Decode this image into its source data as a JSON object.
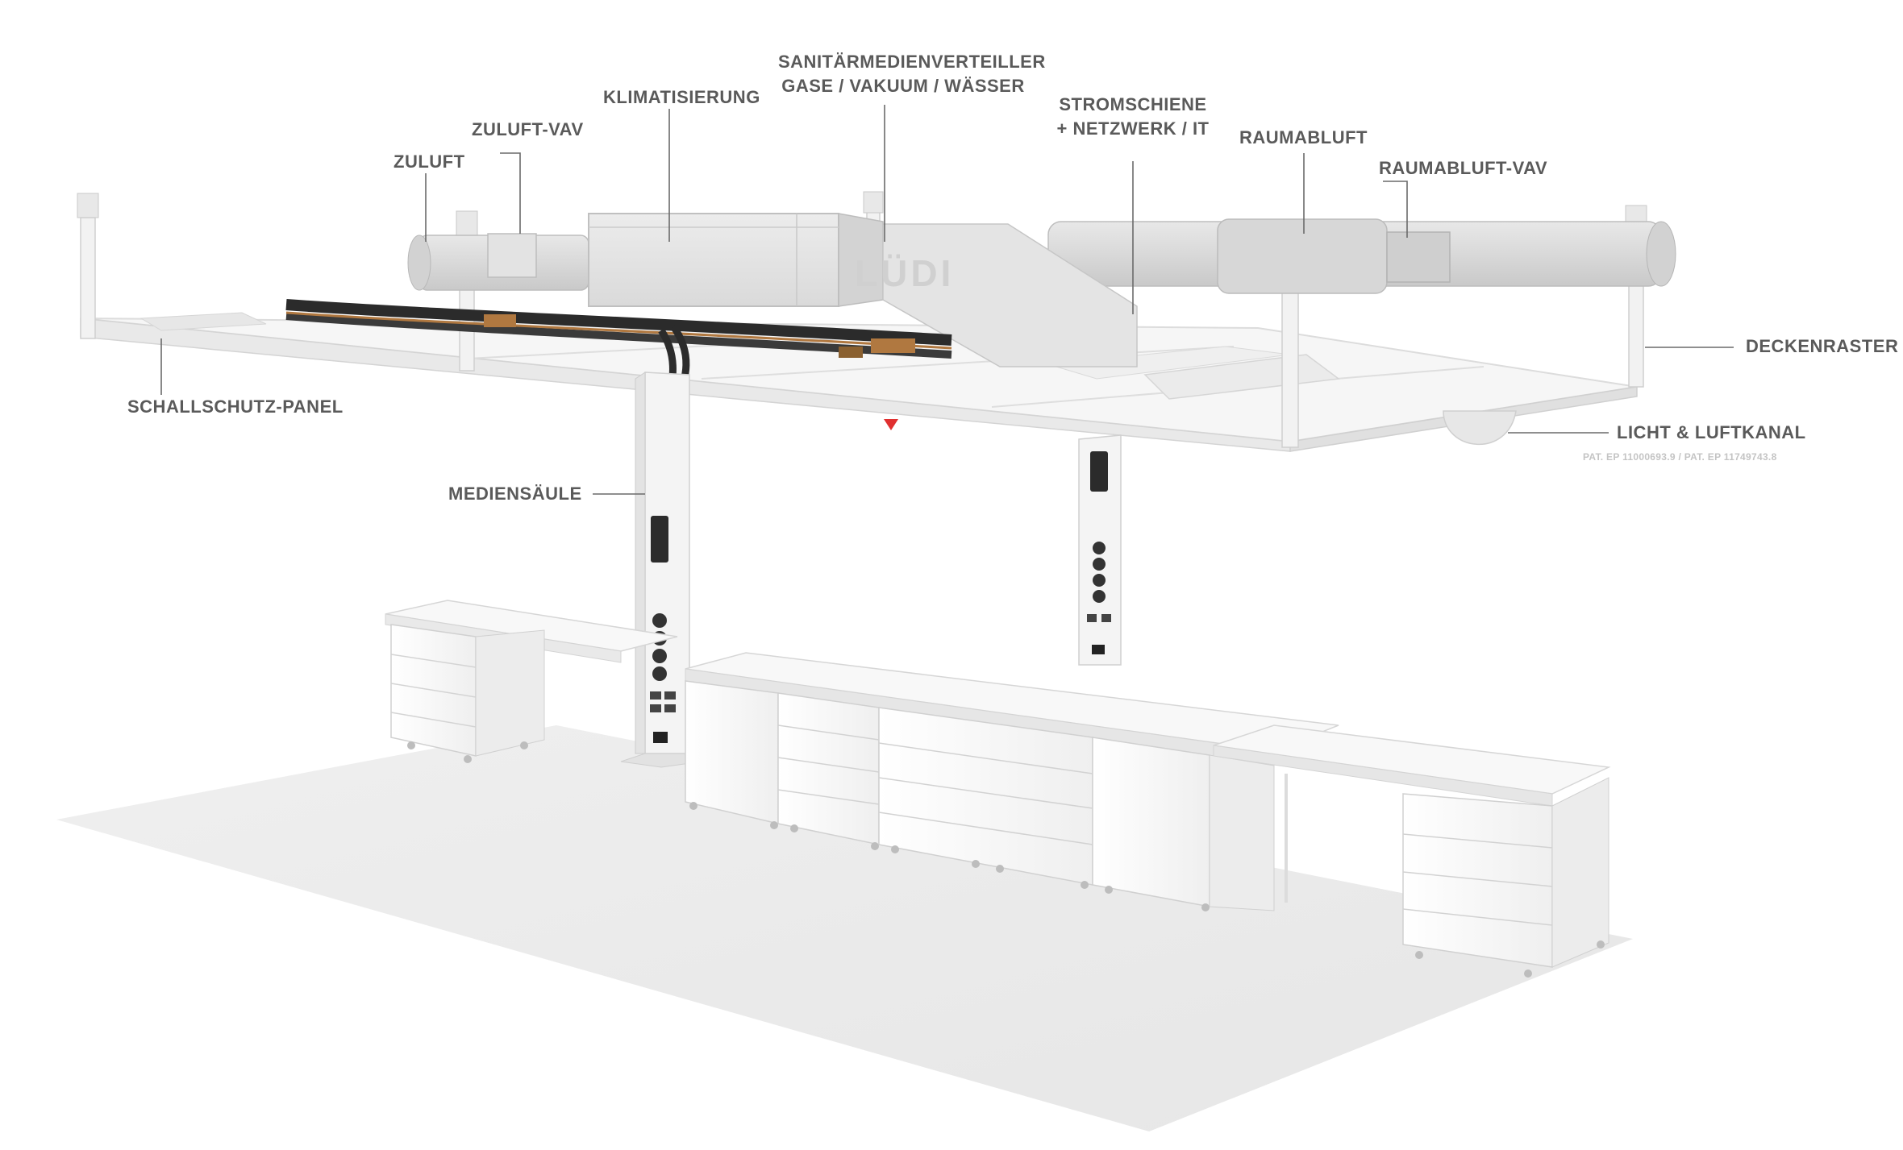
{
  "labels": {
    "zuluft": "ZULUFT",
    "zuluft_vav": "ZULUFT-VAV",
    "klimatisierung": "KLIMATISIERUNG",
    "sanitaer_line1": "SANITÄRMEDIENVERTEILLER",
    "sanitaer_line2": "GASE / VAKUUM / WÄSSER",
    "stromschiene_line1": "STROMSCHIENE",
    "stromschiene_line2": "+ NETZWERK / IT",
    "raumabluft": "RAUMABLUFT",
    "raumabluft_vav": "RAUMABLUFT-VAV",
    "deckenraster": "DECKENRASTER",
    "licht_luftkanal": "LICHT & LUFTKANAL",
    "patent": "PAT. EP 11000693.9 / PAT. EP 11749743.8",
    "schallschutz_panel": "SCHALLSCHUTZ-PANEL",
    "mediensaeule": "MEDIENSÄULE"
  },
  "brand": {
    "logo_text": "LÜDI"
  },
  "colors": {
    "label_text": "#5a5a5a",
    "leader_line": "#6a6a6a",
    "floor": "#ececec",
    "frame": "#f3f3f3",
    "duct": "#dcdcdc",
    "cabinet": "#fafafa",
    "cable": "#2b2b2b",
    "copper": "#b07840",
    "marker": "#e03030"
  }
}
